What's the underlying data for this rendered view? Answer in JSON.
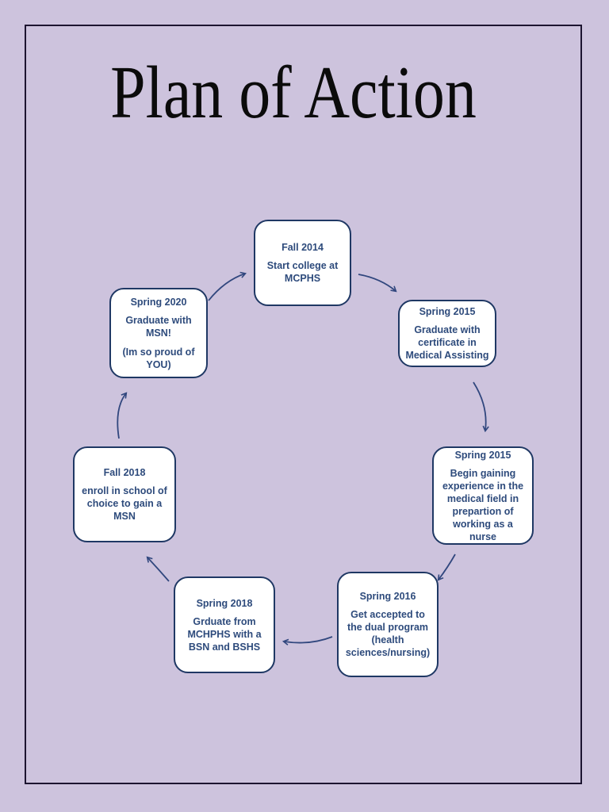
{
  "page": {
    "title": "Plan of Action",
    "background_color": "#cdc3dd",
    "frame_color": "#1c1430"
  },
  "diagram": {
    "type": "cycle",
    "node_fill": "#ffffff",
    "node_border_color": "#1f3864",
    "node_text_color": "#2e4b7c",
    "arrow_color": "#31477e",
    "nodes": [
      {
        "id": "fall-2014",
        "heading": "Fall 2014",
        "body": "Start college at MCPHS"
      },
      {
        "id": "spring-2015-certificate",
        "heading": "Spring 2015",
        "body": "Graduate with certificate in Medical Assisting"
      },
      {
        "id": "spring-2015-experience",
        "heading": "Spring 2015",
        "body": "Begin gaining experience in the medical field in prepartion of working as a nurse"
      },
      {
        "id": "spring-2016",
        "heading": "Spring 2016",
        "body": "Get accepted to the dual program (health sciences/nursing)"
      },
      {
        "id": "spring-2018",
        "heading": "Spring 2018",
        "body": "Grduate from MCHPHS with a BSN and BSHS"
      },
      {
        "id": "fall-2018",
        "heading": "Fall 2018",
        "body": "enroll in school of choice to gain a MSN"
      },
      {
        "id": "spring-2020",
        "heading": "Spring 2020",
        "body": "Graduate with MSN!",
        "body2": "(Im so proud of YOU)"
      }
    ],
    "edges": [
      "fall-2014 -> spring-2015-certificate",
      "spring-2015-certificate -> spring-2015-experience",
      "spring-2015-experience -> spring-2016",
      "spring-2016 -> spring-2018",
      "spring-2018 -> fall-2018",
      "fall-2018 -> spring-2020",
      "spring-2020 -> fall-2014"
    ]
  }
}
